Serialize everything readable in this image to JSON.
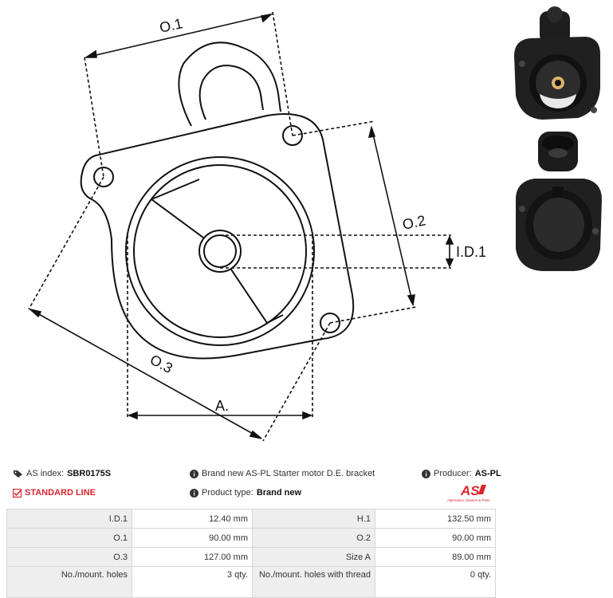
{
  "drawing": {
    "dim_o1": "O.1",
    "dim_o2": "O.2",
    "dim_o3": "O.3",
    "dim_id1": "I.D.1",
    "dim_a": "A."
  },
  "info": {
    "index_label": "AS index:",
    "index_value": "SBR0175S",
    "description": "Brand new AS-PL Starter motor D.E. bracket",
    "producer_label": "Producer:",
    "producer_value": "AS-PL",
    "line_label": "STANDARD LINE",
    "product_type_label": "Product type:",
    "product_type_value": "Brand new",
    "logo_text": "AS",
    "logo_tagline": "Alternators, Starters & Parts"
  },
  "specs": [
    {
      "l1": "I.D.1",
      "v1": "12.40 mm",
      "l2": "H.1",
      "v2": "132.50 mm"
    },
    {
      "l1": "O.1",
      "v1": "90.00 mm",
      "l2": "O.2",
      "v2": "90.00 mm"
    },
    {
      "l1": "O.3",
      "v1": "127.00 mm",
      "l2": "Size A",
      "v2": "89.00 mm"
    },
    {
      "l1": "No./mount. holes",
      "v1": "3 qty.",
      "l2": "No./mount. holes with thread",
      "v2": "0 qty."
    }
  ],
  "colors": {
    "accent": "#d8262e",
    "label_bg": "#eeeeee",
    "border": "#d6d6d6"
  }
}
